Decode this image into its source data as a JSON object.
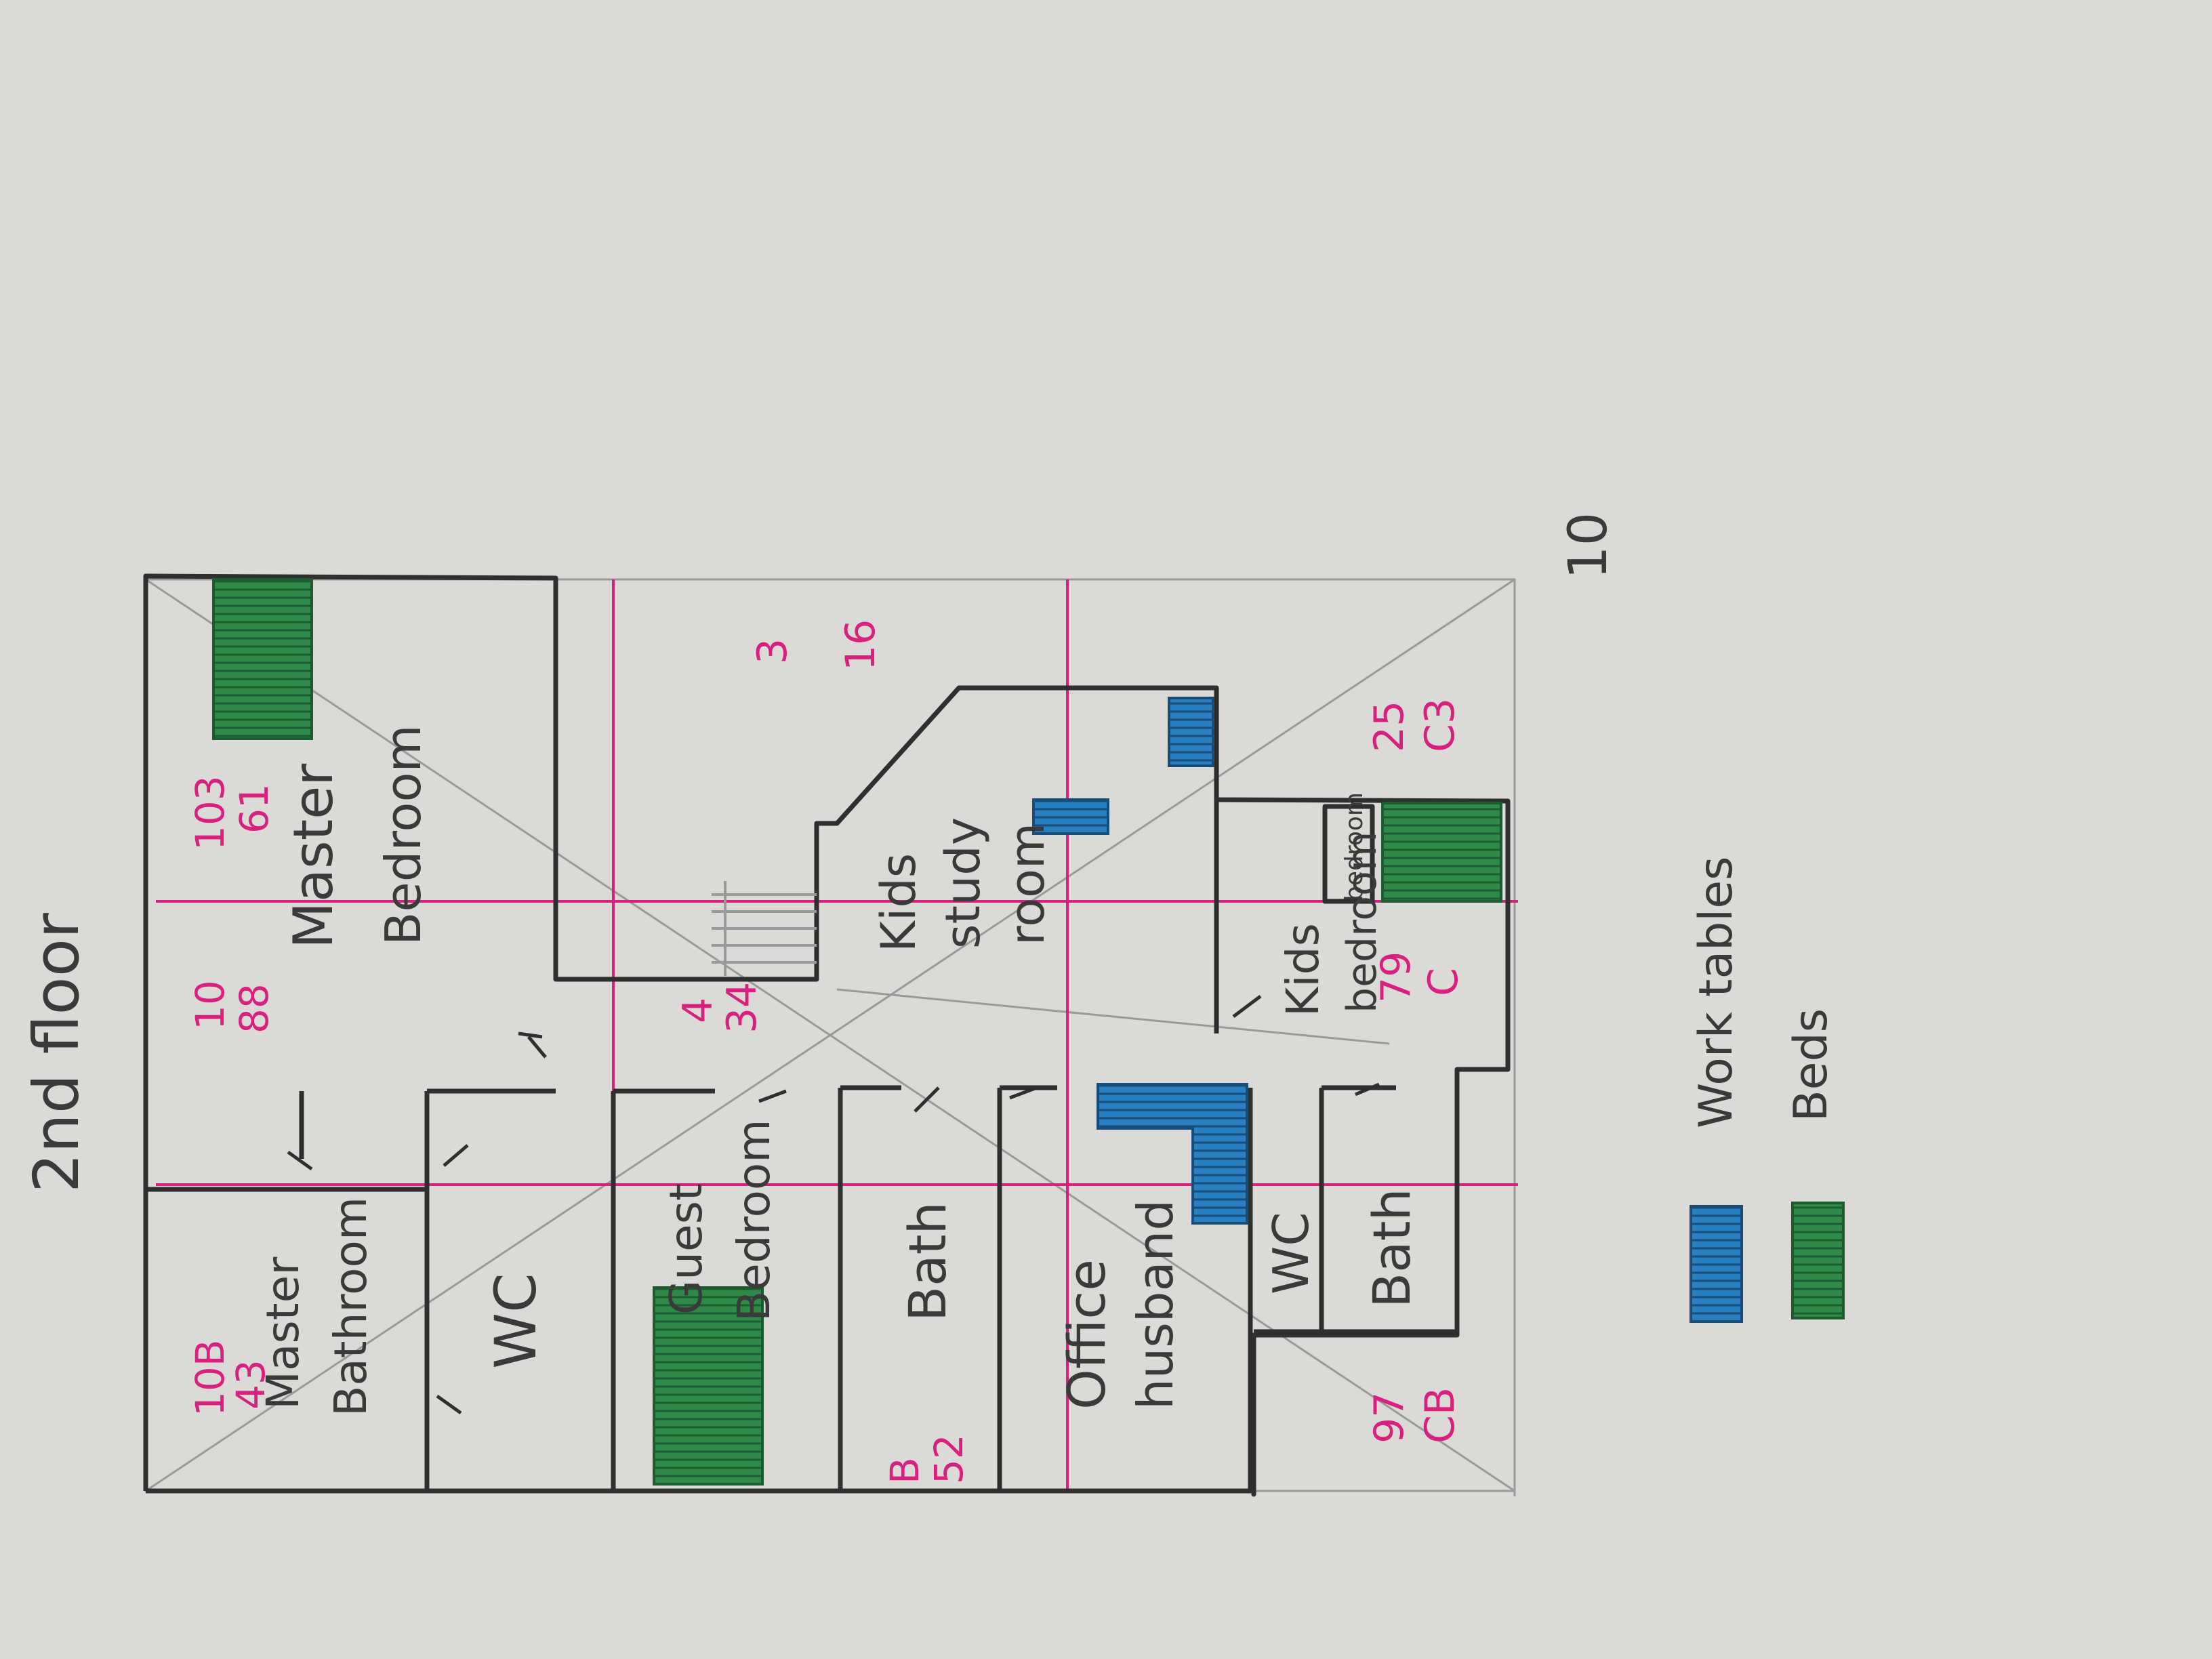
{
  "title": "2nd floor",
  "scale_label": "10",
  "colors": {
    "paper": "#dcdad6",
    "wall": "#2f2f2f",
    "grid_magenta": "#d8217f",
    "pencil": "#9a9a9a",
    "work_table": "#2a7fc0",
    "bed": "#2f8a4a"
  },
  "rooms": {
    "master_bedroom": [
      "Master",
      "Bedroom"
    ],
    "master_bathroom": [
      "Master",
      "Bathroom"
    ],
    "wc_top": "WC",
    "guest_bedroom": [
      "Guest",
      "Bedroom"
    ],
    "bath_left": "Bath",
    "office": [
      "Office",
      "husband"
    ],
    "kids_study": [
      "Kids",
      "study",
      "room"
    ],
    "kids_bedroom": [
      "Kids",
      "bedroom"
    ],
    "wc_small": "WC",
    "bath_bottom": "Bath",
    "kids_bed_inner": "bedroom"
  },
  "codes": {
    "c_103_61": [
      "103",
      "61"
    ],
    "c_10_88": [
      "10",
      "88"
    ],
    "c_10b_43": [
      "10B",
      "43"
    ],
    "c_4_34": [
      "4",
      "34"
    ],
    "c_3_16": [
      "3",
      "16"
    ],
    "c_b_52": [
      "B",
      "52"
    ],
    "c_25_c3": [
      "25",
      "C3"
    ],
    "c_79_c": [
      "79",
      "C"
    ],
    "c_97_cb": [
      "97",
      "CB"
    ]
  },
  "legend": {
    "work_tables": "Work tables",
    "beds": "Beds"
  }
}
